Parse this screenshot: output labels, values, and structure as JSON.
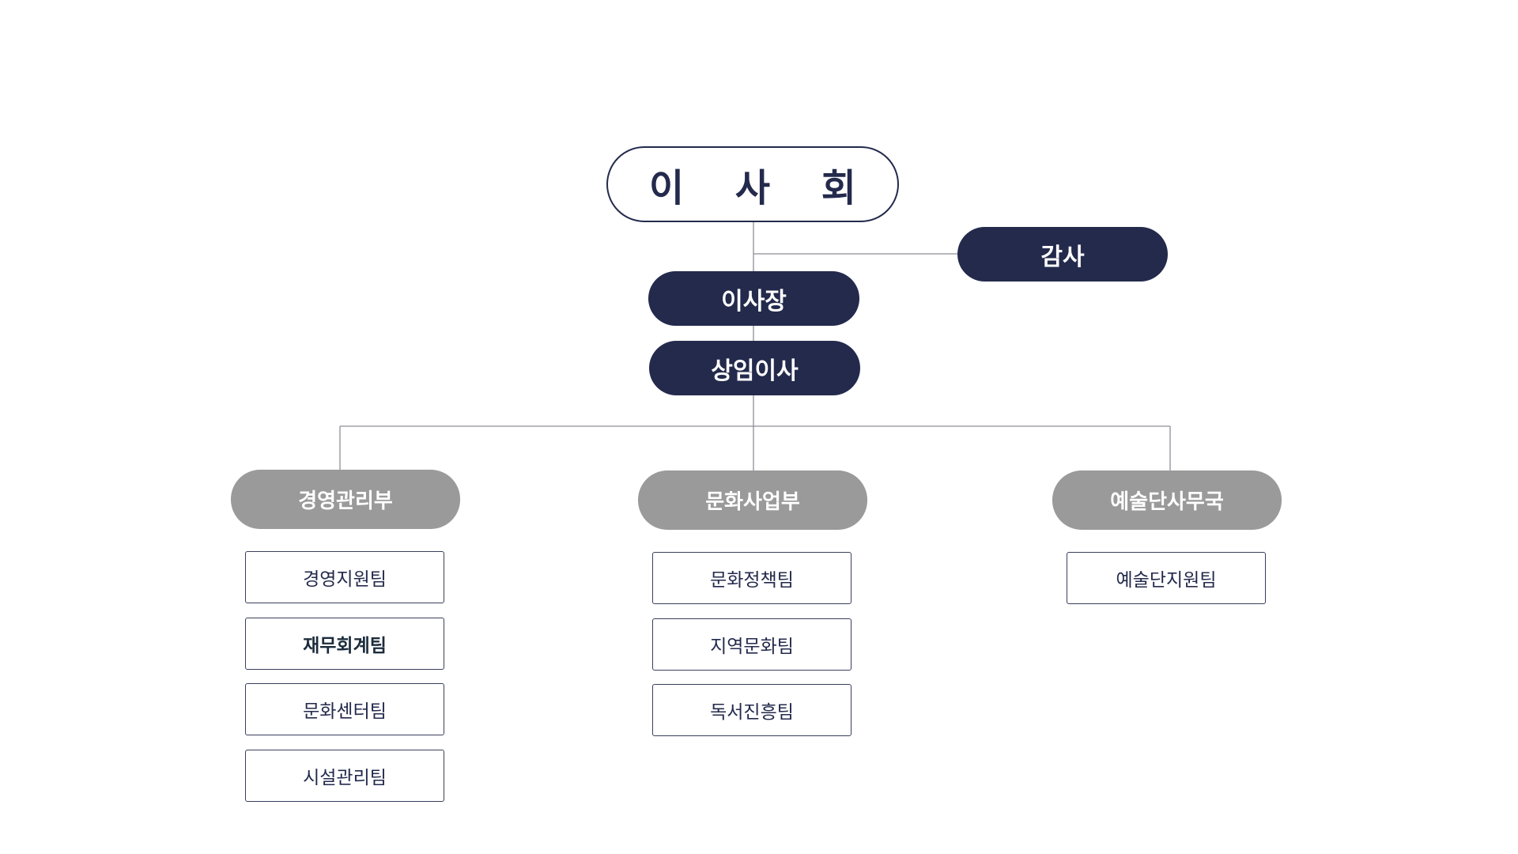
{
  "org_chart": {
    "board": "이 사 회",
    "auditor": "감사",
    "chairman": "이사장",
    "standing_director": "상임이사",
    "departments": [
      {
        "name": "경영관리부",
        "teams": [
          "경영지원팀",
          "재무회계팀",
          "문화센터팀",
          "시설관리팀"
        ]
      },
      {
        "name": "문화사업부",
        "teams": [
          "문화정책팀",
          "지역문화팀",
          "독서진흥팀"
        ]
      },
      {
        "name": "예술단사무국",
        "teams": [
          "예술단지원팀"
        ]
      }
    ]
  },
  "colors": {
    "navy": "#232a4c",
    "department_gray": "#9a9a9b",
    "connector": "#8d8f96",
    "background": "#ffffff"
  }
}
